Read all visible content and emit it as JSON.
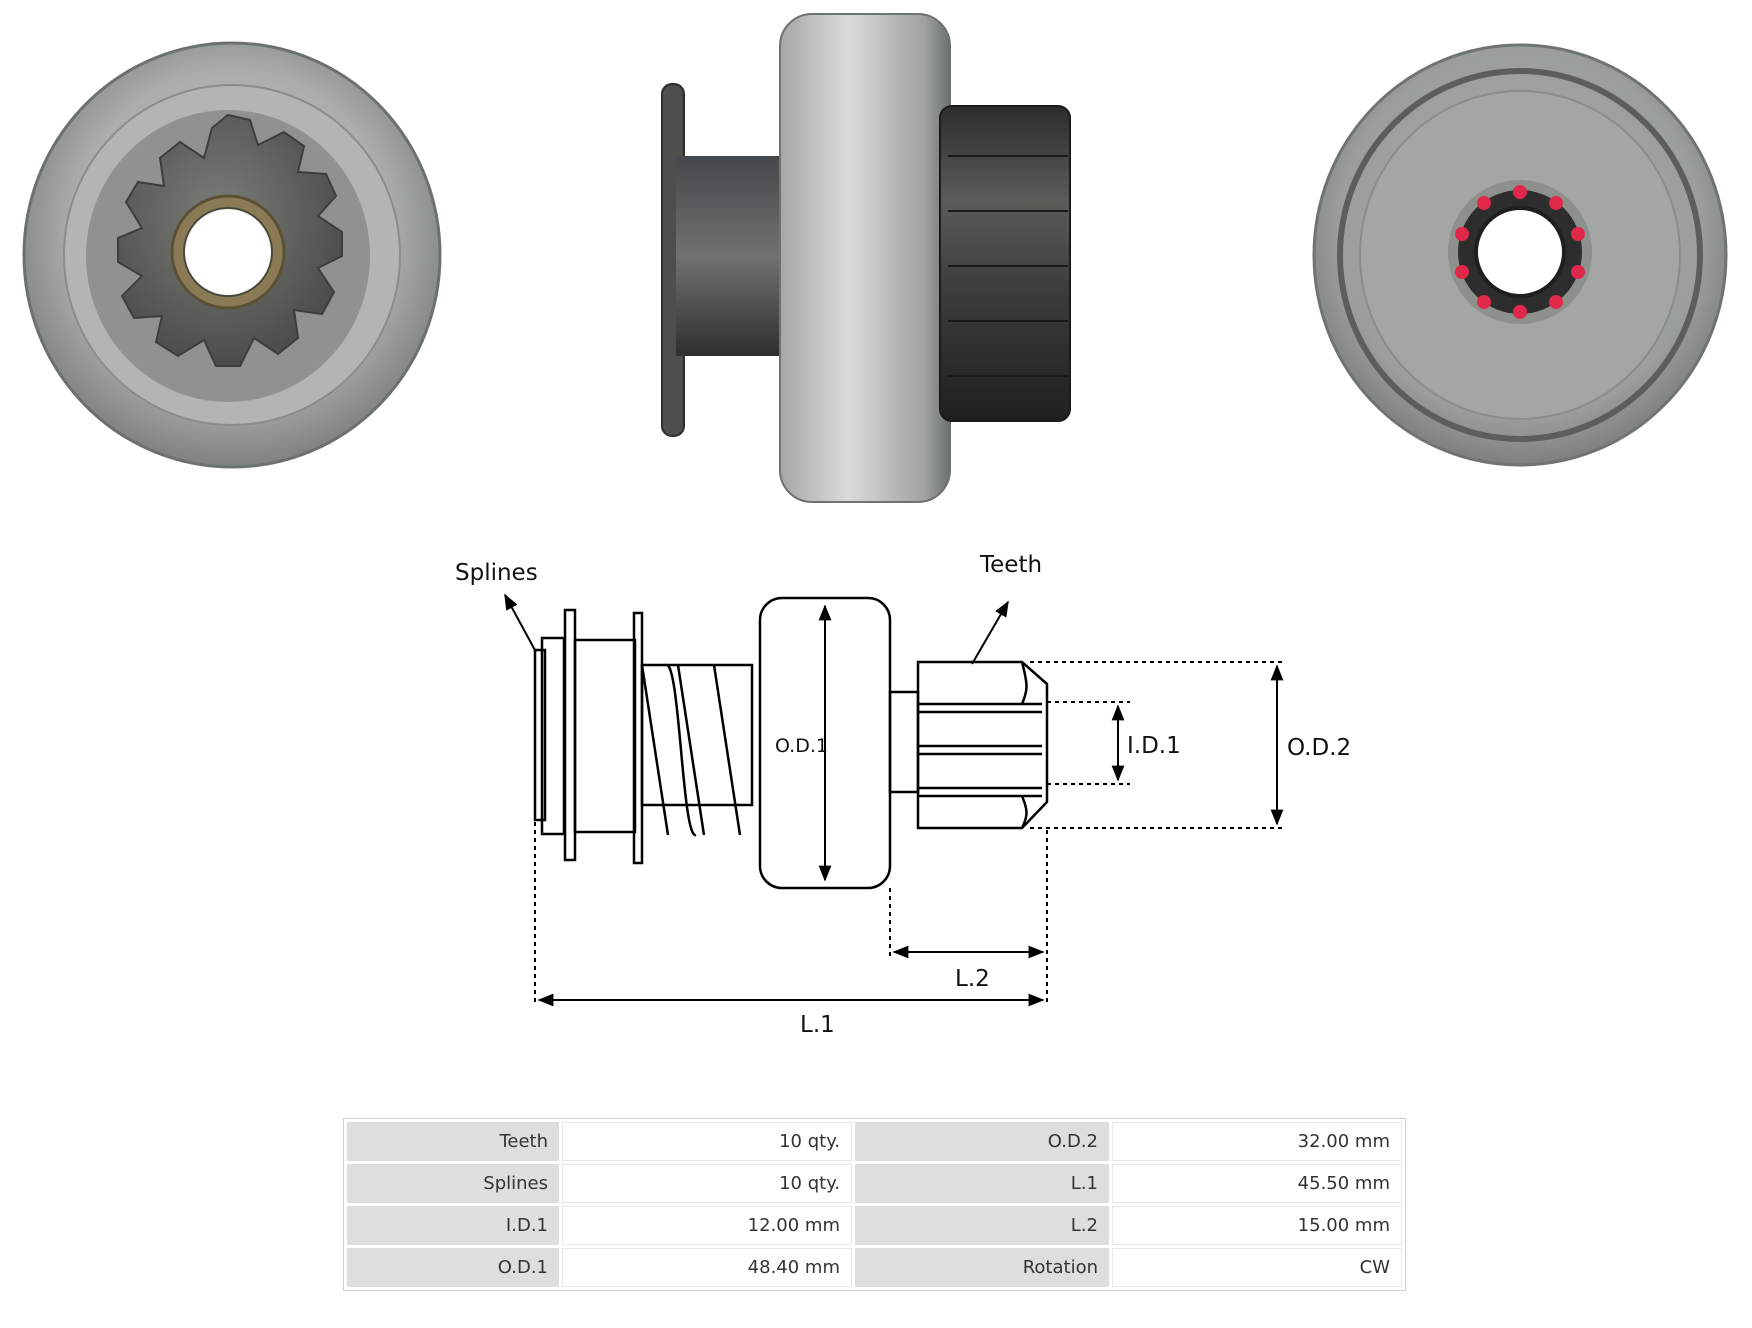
{
  "diagram": {
    "labels": {
      "splines": "Splines",
      "teeth": "Teeth",
      "od1": "O.D.1",
      "id1": "I.D.1",
      "od2": "O.D.2",
      "l1": "L.1",
      "l2": "L.2"
    }
  },
  "specs": {
    "rows": [
      {
        "label_a": "Teeth",
        "value_a": "10 qty.",
        "label_b": "O.D.2",
        "value_b": "32.00 mm"
      },
      {
        "label_a": "Splines",
        "value_a": "10 qty.",
        "label_b": "L.1",
        "value_b": "45.50 mm"
      },
      {
        "label_a": "I.D.1",
        "value_a": "12.00 mm",
        "label_b": "L.2",
        "value_b": "15.00 mm"
      },
      {
        "label_a": "O.D.1",
        "value_a": "48.40 mm",
        "label_b": "Rotation",
        "value_b": "CW"
      }
    ]
  }
}
